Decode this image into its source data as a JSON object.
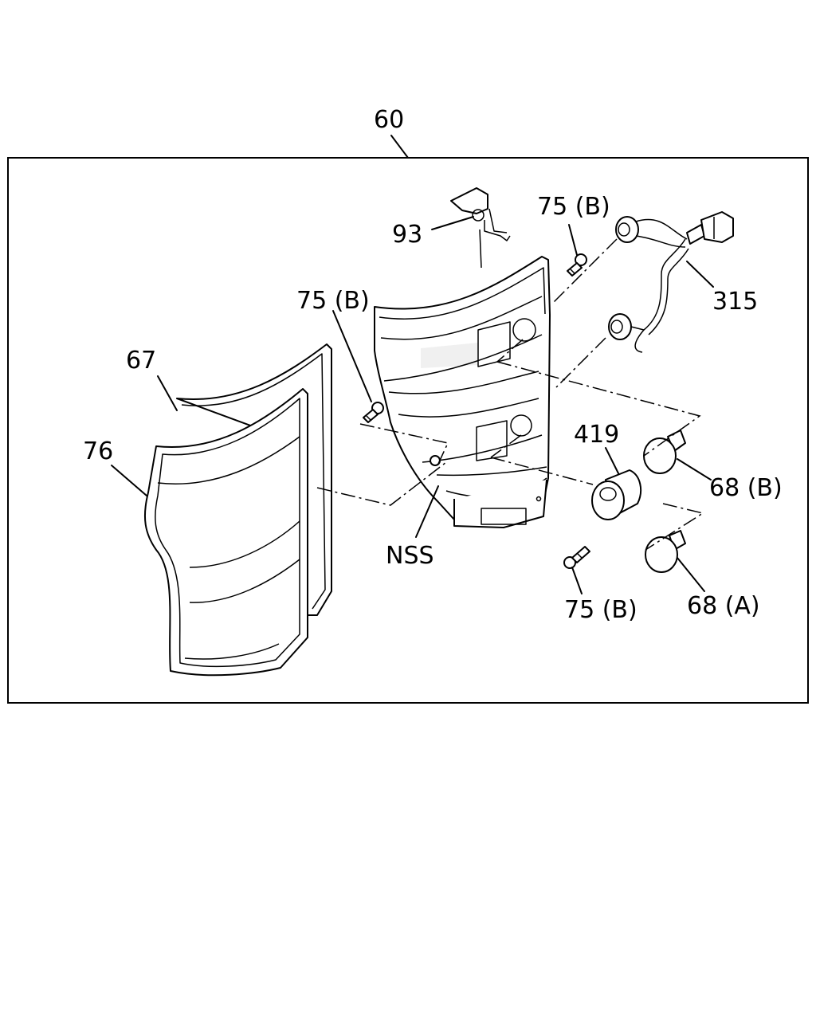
{
  "diagram": {
    "callouts": {
      "assembly": "60",
      "bracket": "93",
      "screw_top": "75 (B)",
      "screw_left": "75 (B)",
      "screw_bottom": "75 (B)",
      "harness": "315",
      "gasket": "67",
      "lens": "76",
      "socket": "419",
      "nss": "NSS",
      "bulb_b": "68 (B)",
      "bulb_a": "68 (A)"
    }
  }
}
